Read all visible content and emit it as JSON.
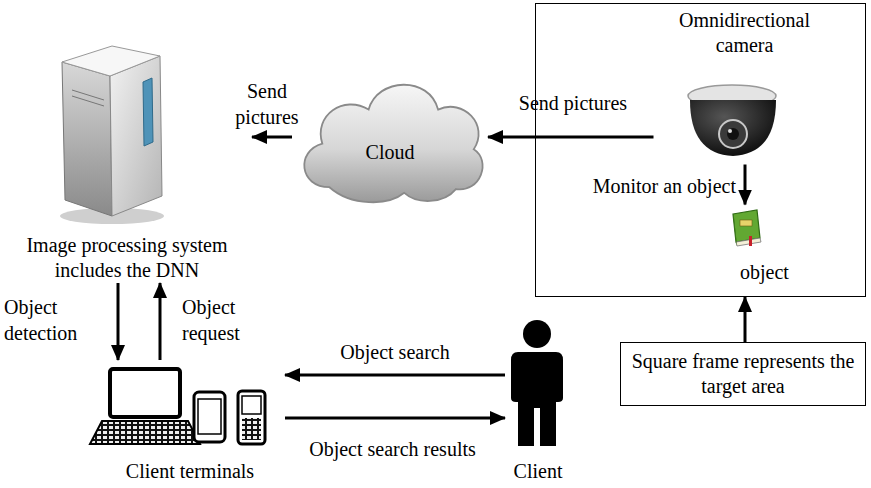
{
  "diagram": {
    "nodes": [
      {
        "text": [
          "Image processing system includes the DNN"
        ]
      },
      {
        "text": [
          "Cloud"
        ]
      },
      {
        "text": []
      },
      {
        "text": [
          "Omnidirectional camera"
        ],
        "in": 2
      },
      {
        "text": [
          "object"
        ],
        "in": 2
      },
      {
        "text": [
          "Client terminals"
        ]
      },
      {
        "text": [
          "Client"
        ]
      },
      {
        "text": [
          "Square frame represents the target area"
        ]
      }
    ],
    "edges": [
      {
        "from": 1,
        "to": 0,
        "arrow": "to",
        "label": "Send pictures"
      },
      {
        "from": 3,
        "to": 1,
        "arrow": "to",
        "label": "Send pictures"
      },
      {
        "from": 3,
        "to": 4,
        "arrow": "to",
        "label": "Monitor an object"
      },
      {
        "from": 0,
        "to": 5,
        "arrow": "to",
        "label": "Object detection"
      },
      {
        "from": 5,
        "to": 0,
        "arrow": "to",
        "label": "Object request"
      },
      {
        "from": 6,
        "to": 5,
        "arrow": "to",
        "label": "Object search"
      },
      {
        "from": 5,
        "to": 6,
        "arrow": "to",
        "label": "Object search results"
      },
      {
        "from": 7,
        "to": 2,
        "arrow": "to"
      }
    ]
  }
}
